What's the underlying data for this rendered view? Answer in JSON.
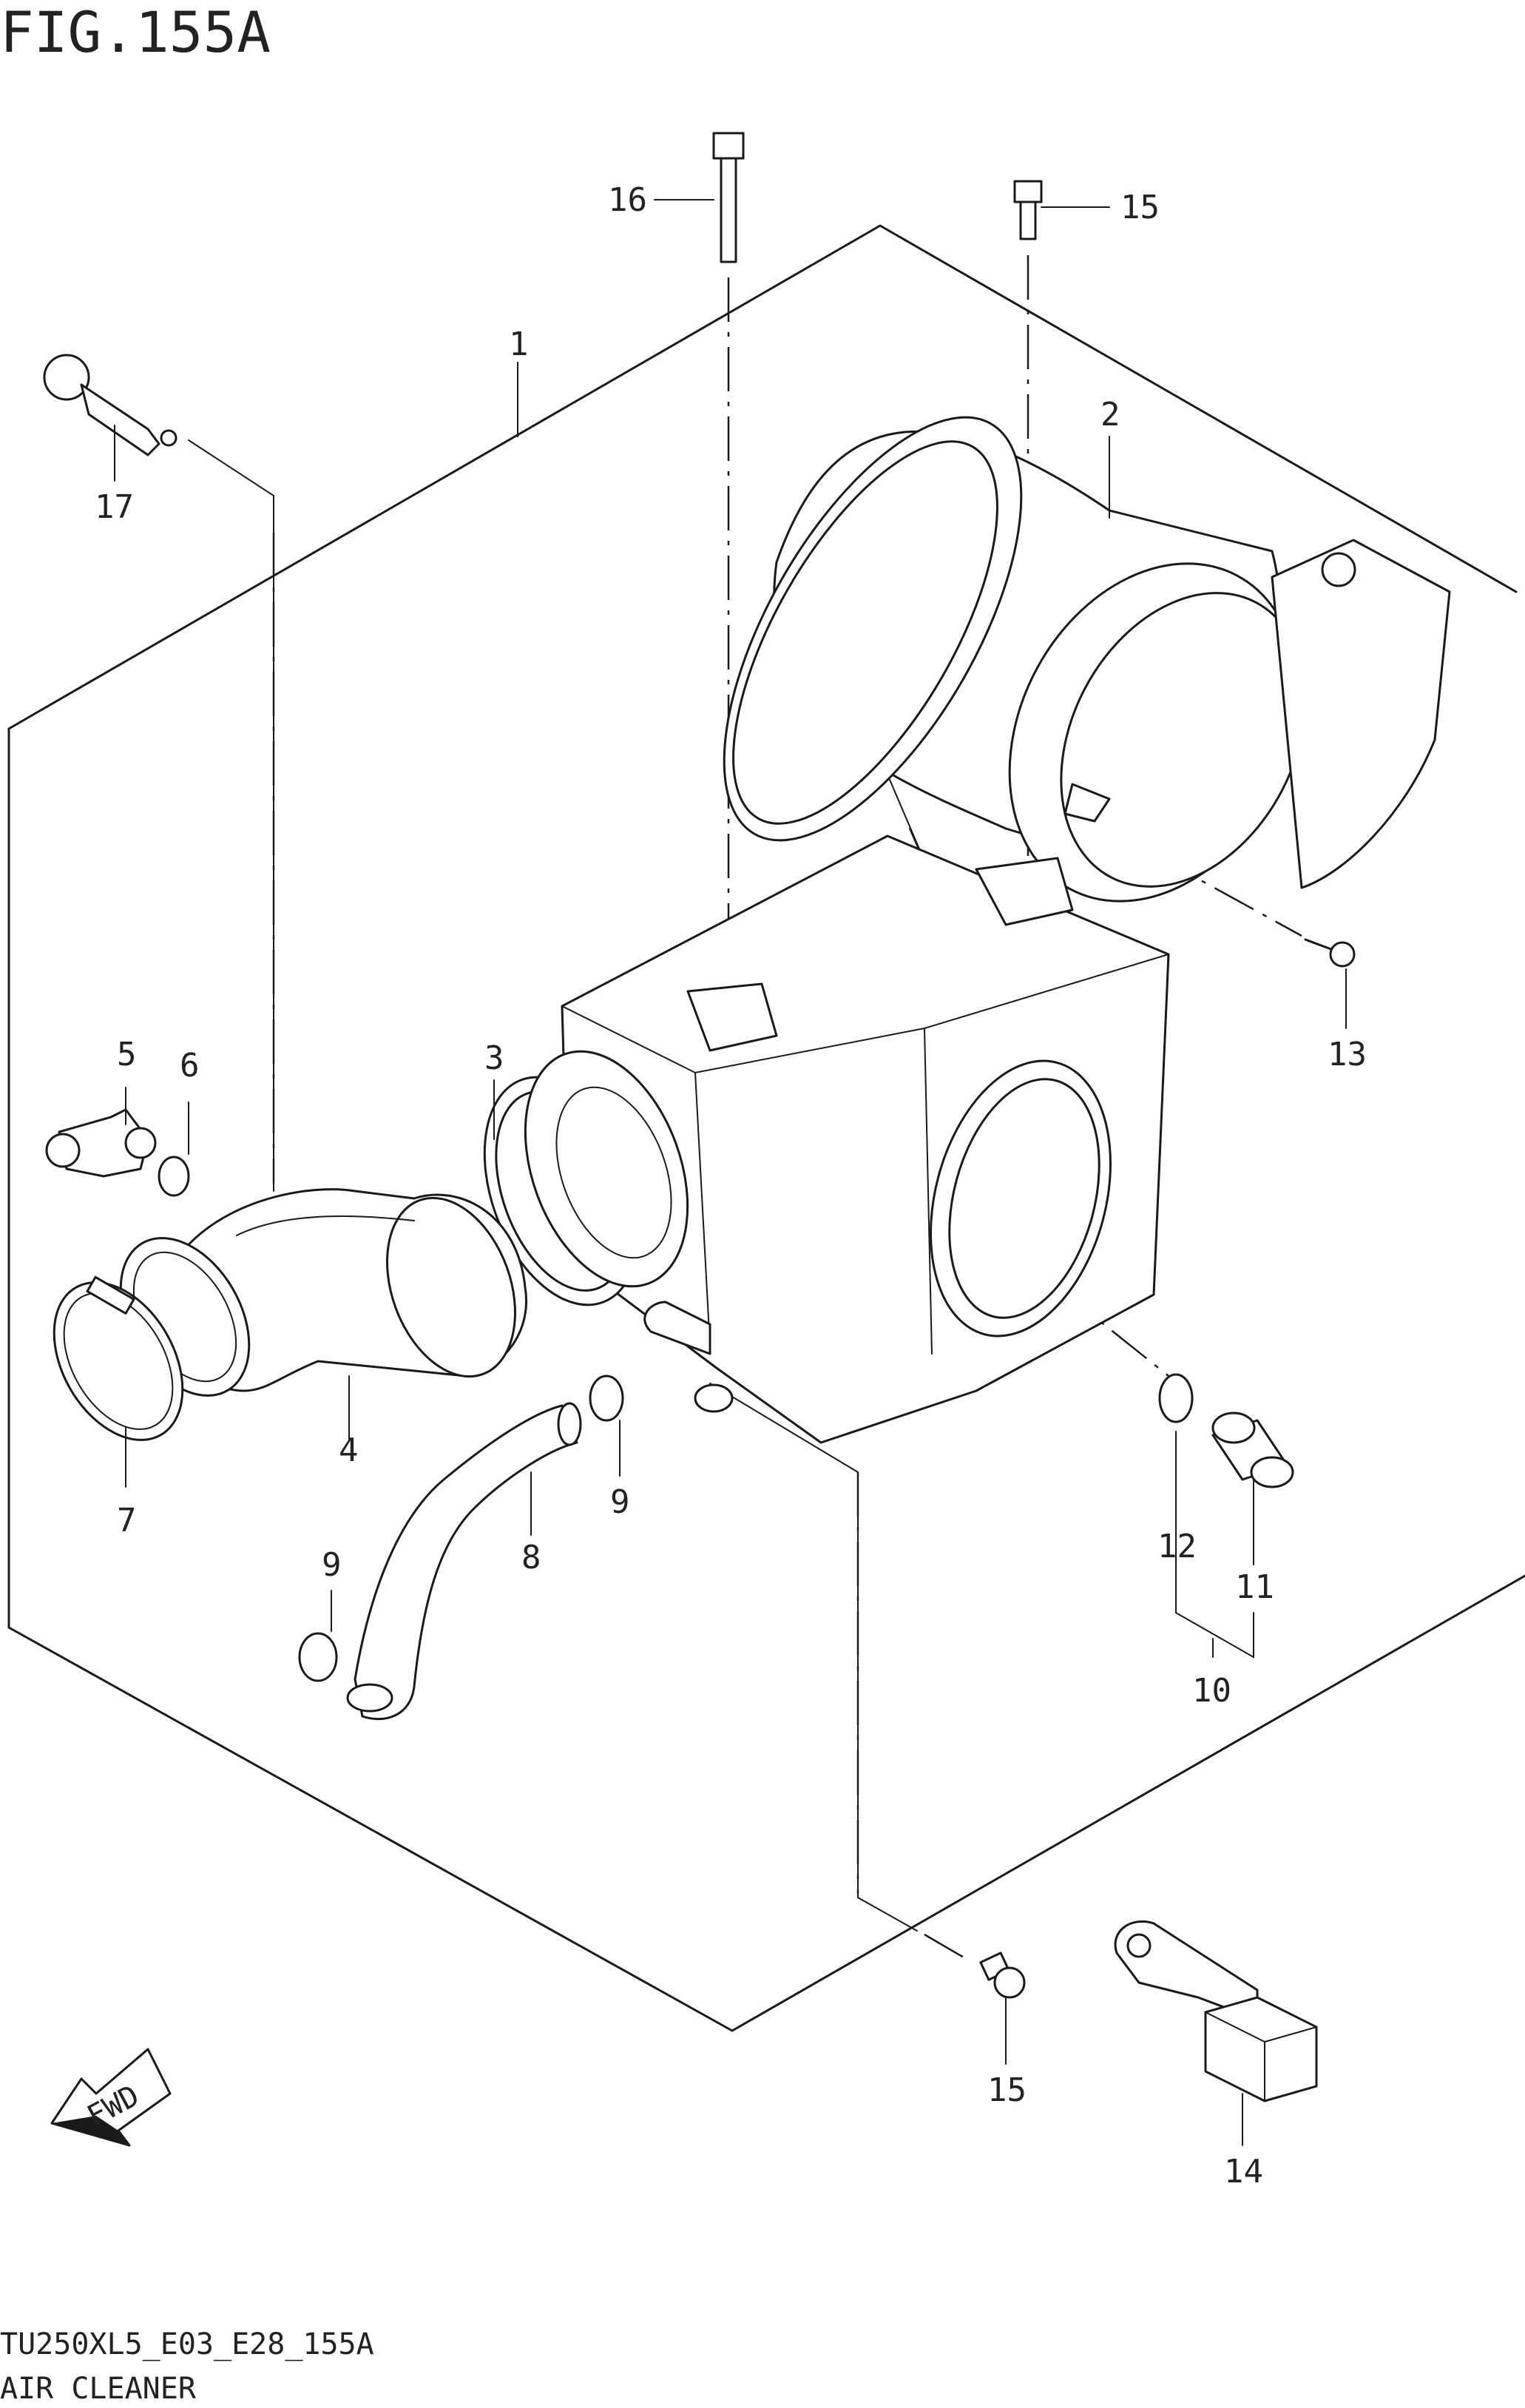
{
  "figure": {
    "title": "FIG.155A",
    "footer_code": "TU250XL5_E03_E28_155A",
    "footer_name": "AIR CLEANER",
    "fwd_label": "FWD"
  },
  "callouts": {
    "c1": "1",
    "c2": "2",
    "c3": "3",
    "c4": "4",
    "c5": "5",
    "c6": "6",
    "c7": "7",
    "c8": "8",
    "c9a": "9",
    "c9b": "9",
    "c10": "10",
    "c11": "11",
    "c12": "12",
    "c13": "13",
    "c14": "14",
    "c15a": "15",
    "c15b": "15",
    "c16": "16",
    "c17": "17"
  },
  "colors": {
    "ink": "#1a1a1a",
    "paper": "#ffffff"
  }
}
